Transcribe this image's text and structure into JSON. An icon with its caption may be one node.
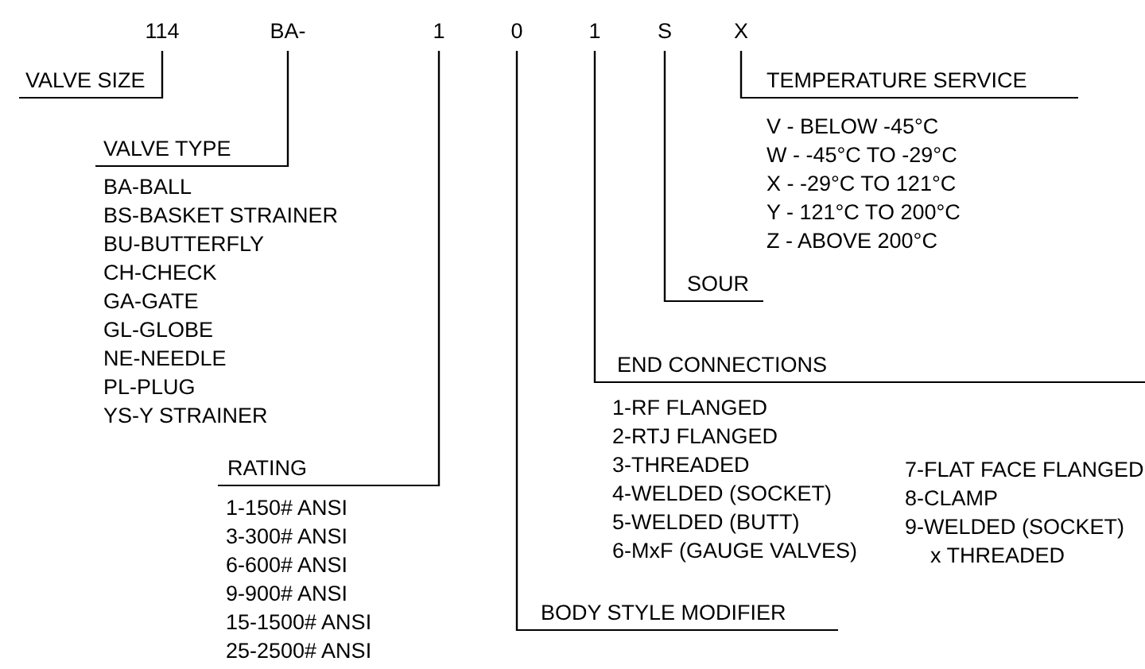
{
  "diagram": {
    "nodes": [
      {
        "text": [
          "114"
        ]
      },
      {
        "text": [
          "BA-"
        ]
      },
      {
        "text": [
          "1"
        ]
      },
      {
        "text": [
          "0"
        ]
      },
      {
        "text": [
          "1"
        ]
      },
      {
        "text": [
          "S"
        ]
      },
      {
        "text": [
          "X"
        ]
      },
      {
        "text": [
          "VALVE SIZE"
        ]
      },
      {
        "text": [
          "VALVE TYPE"
        ]
      },
      {
        "text": [
          "RATING"
        ]
      },
      {
        "text": [
          "BODY STYLE MODIFIER"
        ]
      },
      {
        "text": [
          "END CONNECTIONS"
        ]
      },
      {
        "text": [
          "SOUR"
        ]
      },
      {
        "text": [
          "TEMPERATURE SERVICE"
        ]
      }
    ],
    "edges": [
      {
        "from": 7,
        "to": 0,
        "arrow": "none"
      },
      {
        "from": 8,
        "to": 1,
        "arrow": "none"
      },
      {
        "from": 9,
        "to": 2,
        "arrow": "none"
      },
      {
        "from": 10,
        "to": 3,
        "arrow": "none"
      },
      {
        "from": 11,
        "to": 4,
        "arrow": "none"
      },
      {
        "from": 12,
        "to": 5,
        "arrow": "none"
      },
      {
        "from": 13,
        "to": 6,
        "arrow": "none"
      }
    ],
    "labels": [
      "V - BELOW -45°C",
      "W - -45°C TO -29°C",
      "X - -29°C TO 121°C",
      "Y - 121°C TO 200°C",
      "Z - ABOVE 200°C",
      "BA-BALL",
      "BS-BASKET STRAINER",
      "BU-BUTTERFLY",
      "CH-CHECK",
      "GA-GATE",
      "GL-GLOBE",
      "NE-NEEDLE",
      "PL-PLUG",
      "YS-Y STRAINER",
      "1-RF FLANGED",
      "2-RTJ FLANGED",
      "3-THREADED",
      "4-WELDED (SOCKET)",
      "5-WELDED (BUTT)",
      "6-MxF (GAUGE VALVES)",
      "7-FLAT FACE FLANGED",
      "8-CLAMP",
      "9-WELDED (SOCKET) x THREADED",
      "1-150# ANSI",
      "3-300# ANSI",
      "6-600# ANSI",
      "9-900# ANSI",
      "15-1500# ANSI",
      "25-2500# ANSI"
    ]
  }
}
